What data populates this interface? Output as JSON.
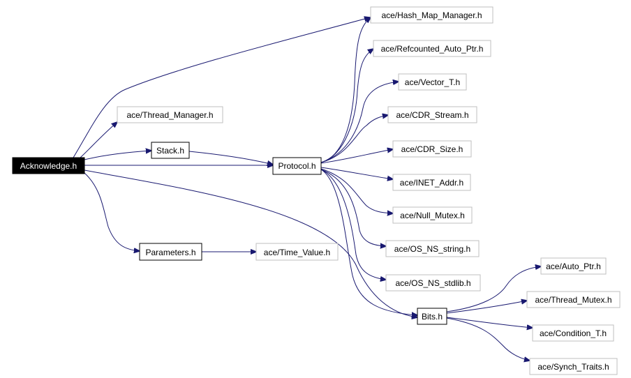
{
  "colors": {
    "edge": "#191970",
    "internal_border": "#000000",
    "external_border": "#bfbfbf",
    "root_fill": "#000000",
    "root_text": "#ffffff"
  },
  "nodes": {
    "acknowledge": "Acknowledge.h",
    "hash_map_manager": "ace/Hash_Map_Manager.h",
    "refcounted_auto_ptr": "ace/Refcounted_Auto_Ptr.h",
    "vector_t": "ace/Vector_T.h",
    "thread_manager": "ace/Thread_Manager.h",
    "cdr_stream": "ace/CDR_Stream.h",
    "stack": "Stack.h",
    "cdr_size": "ace/CDR_Size.h",
    "protocol": "Protocol.h",
    "inet_addr": "ace/INET_Addr.h",
    "null_mutex": "ace/Null_Mutex.h",
    "parameters": "Parameters.h",
    "time_value": "ace/Time_Value.h",
    "os_ns_string": "ace/OS_NS_string.h",
    "auto_ptr": "ace/Auto_Ptr.h",
    "os_ns_stdlib": "ace/OS_NS_stdlib.h",
    "thread_mutex": "ace/Thread_Mutex.h",
    "bits": "Bits.h",
    "condition_t": "ace/Condition_T.h",
    "synch_traits": "ace/Synch_Traits.h"
  }
}
